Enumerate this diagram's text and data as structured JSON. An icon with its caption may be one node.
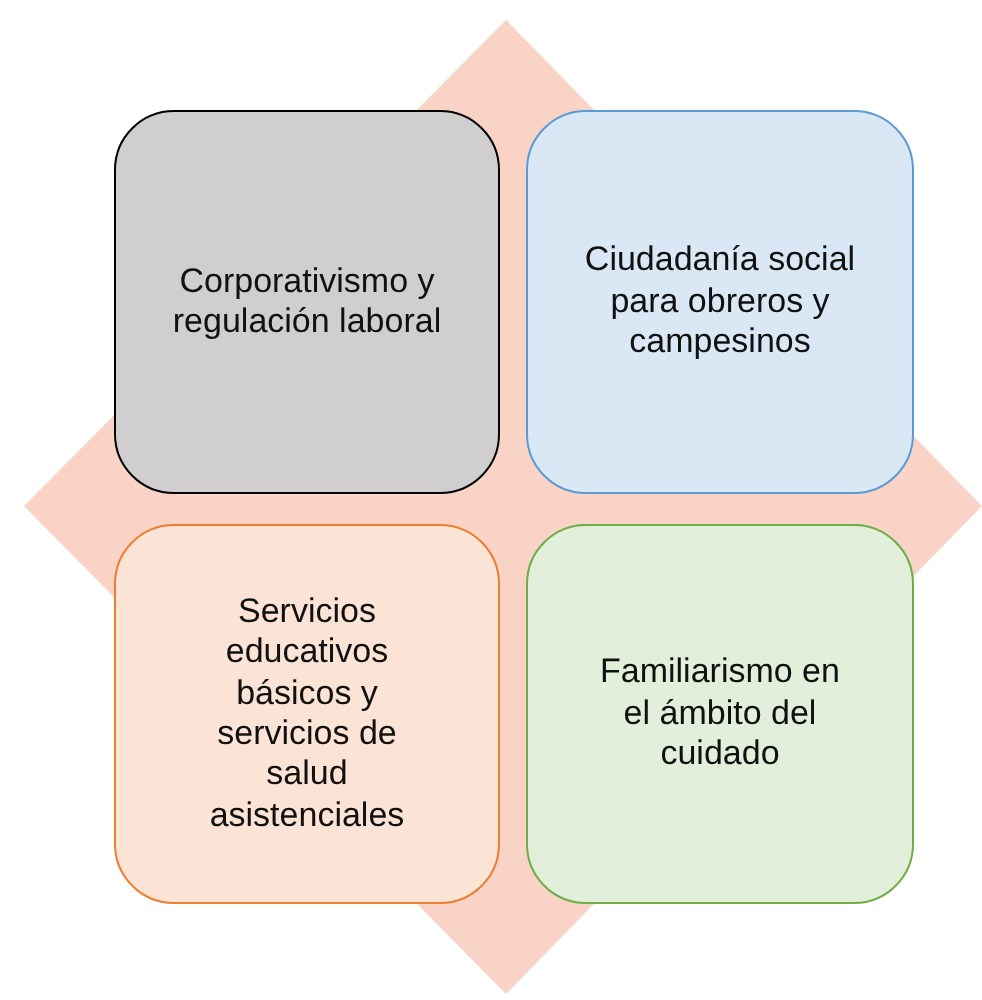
{
  "diagram": {
    "nodes": [
      {
        "text": [
          "Corporativismo y regulación laboral"
        ]
      },
      {
        "text": [
          "Ciudadanía social para obreros y campesinos"
        ]
      },
      {
        "text": [
          "Servicios educativos básicos y servicios de salud asistenciales"
        ]
      },
      {
        "text": [
          "Familiarismo en el ámbito del cuidado"
        ]
      }
    ]
  }
}
